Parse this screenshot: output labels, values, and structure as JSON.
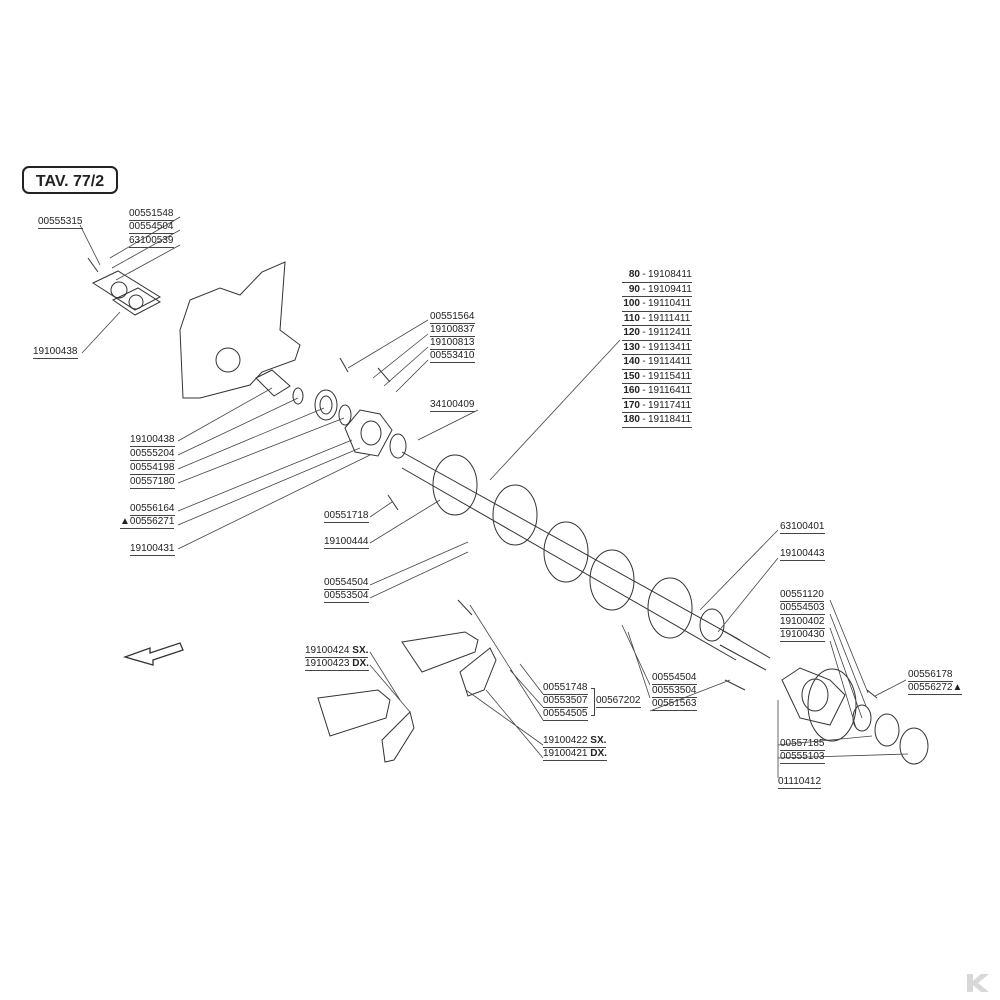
{
  "plate_title": "TAV. 77/2",
  "labels": {
    "l1": "00555315",
    "l2": "00551548",
    "l3": "00554504",
    "l4": "63100539",
    "l5": "19100438",
    "l6": "00551564",
    "l7": "19100837",
    "l8": "19100813",
    "l9": "00553410",
    "l10": "34100409",
    "l11": "19100438",
    "l12": "00555204",
    "l13": "00554198",
    "l14": "00557180",
    "l15": "00556164",
    "l16": "00556271",
    "l17": "19100431",
    "l18": "00551718",
    "l19": "19100444",
    "l20": "00554504",
    "l21": "00553504",
    "l22": "63100401",
    "l23": "19100443",
    "l24": "00551120",
    "l25": "00554503",
    "l26": "19100402",
    "l27": "19100430",
    "l28": "00556178",
    "l29": "00556272",
    "l30": "00554504",
    "l31": "00553504",
    "l32": "00551563",
    "l33": "00551748",
    "l34": "00553507",
    "l35": "00554505",
    "l36": "00567202",
    "l37": "00557185",
    "l38": "00555103",
    "l39": "01110412"
  },
  "blades": {
    "sx_code_a": "19100424",
    "sx_a": "SX.",
    "dx_code_a": "19100423",
    "dx_a": "DX.",
    "sx_code_b": "19100422",
    "sx_b": "SX.",
    "dx_code_b": "19100421",
    "dx_b": "DX."
  },
  "triangle_mark": "▲",
  "length_table": [
    {
      "len": "80",
      "code": "19108411"
    },
    {
      "len": "90",
      "code": "19109411"
    },
    {
      "len": "100",
      "code": "19110411"
    },
    {
      "len": "110",
      "code": "19111411"
    },
    {
      "len": "120",
      "code": "19112411"
    },
    {
      "len": "130",
      "code": "19113411"
    },
    {
      "len": "140",
      "code": "19114411"
    },
    {
      "len": "150",
      "code": "19115411"
    },
    {
      "len": "160",
      "code": "19116411"
    },
    {
      "len": "170",
      "code": "19117411"
    },
    {
      "len": "180",
      "code": "19118411"
    }
  ],
  "table_separator": "-",
  "colors": {
    "ink": "#222222",
    "paper": "#ffffff",
    "logo": "#d8d8d8"
  }
}
